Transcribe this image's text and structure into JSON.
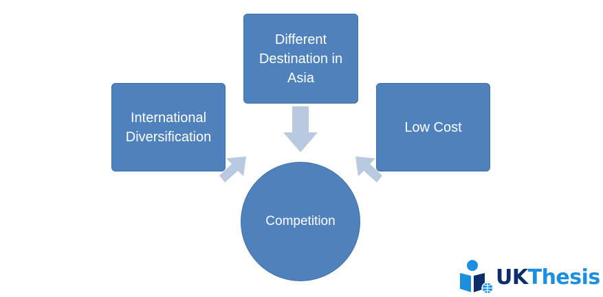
{
  "diagram": {
    "box_top": "Different Destination in Asia",
    "box_left": "International Diversification",
    "box_right": "Low Cost",
    "center": "Competition"
  },
  "logo": {
    "uk": "UK",
    "thesis": "Thesis",
    "icon": "reader-globe-icon"
  },
  "colors": {
    "node_fill": "#4f81bd",
    "arrow_fill": "#b8c9e0",
    "logo_dark": "#0d2c6b",
    "logo_light": "#1c8fe3"
  }
}
